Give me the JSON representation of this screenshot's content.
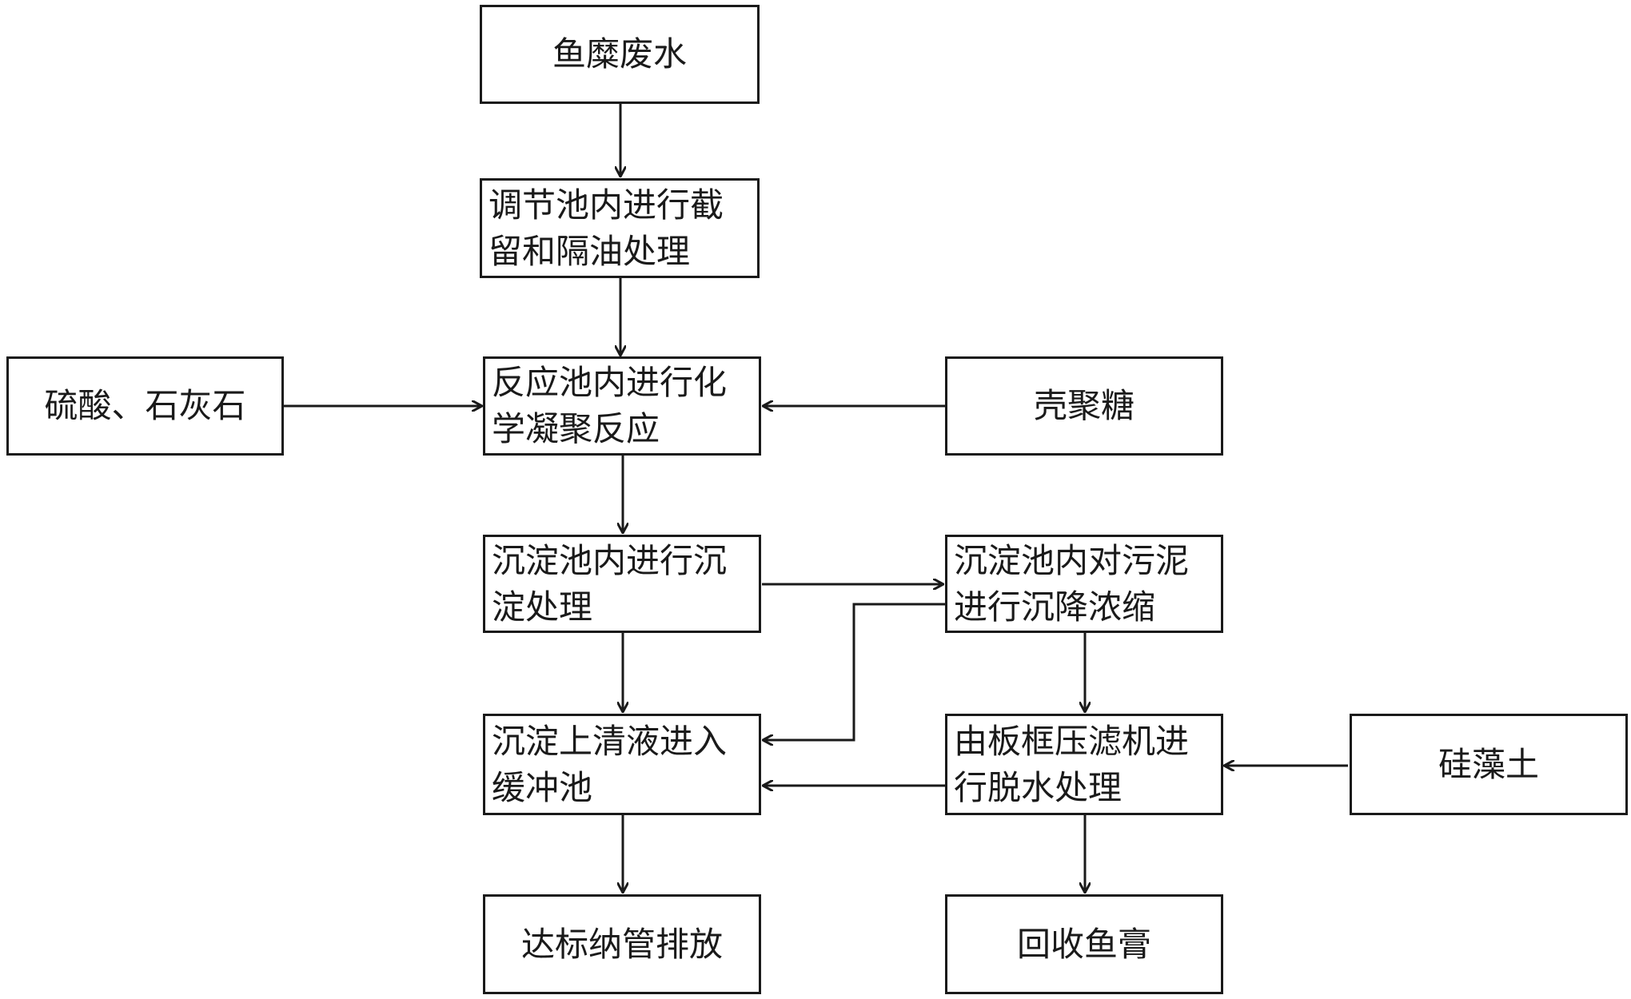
{
  "nodes": {
    "waste": "鱼糜废水",
    "regulate": "调节池内进行截\n留和隔油处理",
    "acid": "硫酸、石灰石",
    "reaction": "反应池内进行化\n学凝聚反应",
    "chitosan": "壳聚糖",
    "settle": "沉淀池内进行沉\n淀处理",
    "sludge": "沉淀池内对污泥\n进行沉降浓缩",
    "buffer": "沉淀上清液进入\n缓冲池",
    "press": "由板框压滤机进\n行脱水处理",
    "diatomite": "硅藻土",
    "discharge": "达标纳管排放",
    "recover": "回收鱼膏"
  }
}
